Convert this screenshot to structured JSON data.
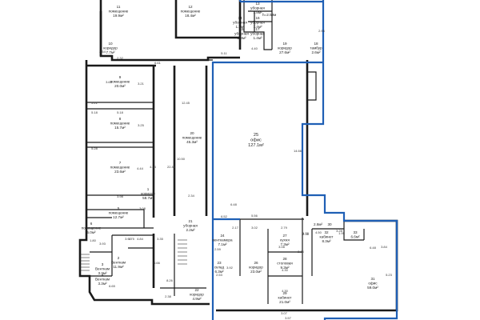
{
  "rooms": [
    {
      "num": "11",
      "type": "помещение",
      "area": "19.9м²"
    },
    {
      "num": "12",
      "type": "помещение",
      "area": "18.4м²"
    },
    {
      "num": "13",
      "type": "уборная",
      "area": "1.8м²"
    },
    {
      "num": "14",
      "type": "уборная",
      "area": "1.3м²"
    },
    {
      "num": "15",
      "type": "уборная",
      "area": "1.3м²"
    },
    {
      "num": "16",
      "type": "уборная",
      "area": "1.4м²"
    },
    {
      "num": "17",
      "type": "уборная",
      "area": "1.4м²"
    },
    {
      "num": "18",
      "type": "тамбур",
      "area": "2.6м²"
    },
    {
      "num": "19",
      "type": "коридор",
      "area": "27.6м²"
    },
    {
      "num": "10",
      "type": "коридор",
      "area": "7.7м²"
    },
    {
      "num": "9",
      "type": "помещение",
      "area": "20.0м²"
    },
    {
      "num": "8",
      "type": "помещение",
      "area": "15.7м²"
    },
    {
      "num": "7",
      "type": "помещение",
      "area": "23.6м²"
    },
    {
      "num": "1",
      "type": "коридор",
      "area": "58.7м²"
    },
    {
      "num": "5",
      "type": "помещение",
      "area": "12.7м²"
    },
    {
      "num": "6",
      "type": "помещение",
      "area": "5.0м²"
    },
    {
      "num": "20",
      "type": "помещение",
      "area": "45.3м²"
    },
    {
      "num": "25",
      "type": "офис",
      "area": "127.1м²"
    },
    {
      "num": "24",
      "type": "венткамера",
      "area": "7.1м²"
    },
    {
      "num": "23",
      "type": "склад",
      "area": "6.3м²"
    },
    {
      "num": "26",
      "type": "коридор",
      "area": "23.0м²"
    },
    {
      "num": "27",
      "type": "кухня",
      "area": "7.3м²"
    },
    {
      "num": "28",
      "type": "столовая",
      "area": "9.3м²"
    },
    {
      "num": "29",
      "type": "кабинет",
      "area": "21.0м²"
    },
    {
      "num": "30",
      "type": "",
      "area": ""
    },
    {
      "num": "31",
      "type": "офис",
      "area": "59.0м²"
    },
    {
      "num": "32",
      "type": "кабинет",
      "area": "8.3м²"
    },
    {
      "num": "33",
      "type": "",
      "area": "6.6м²"
    },
    {
      "num": "2",
      "type": "Венткам",
      "area": "11.9м²"
    },
    {
      "num": "3",
      "type": "Венткам",
      "area": "3.3м²"
    },
    {
      "num": "4",
      "type": "Венткам",
      "area": "3.3м²"
    },
    {
      "num": "21",
      "type": "уборная",
      "area": "2.2м²"
    },
    {
      "num": "22",
      "type": "коридор",
      "area": "4.9м²"
    }
  ],
  "extra_labels": {
    "height": "h=2.59м",
    "r30_area": "2.8м²"
  },
  "dims": [
    "2.54",
    "5.11",
    "2.32",
    "4.40",
    "6.61",
    "5.21",
    "3.65",
    "3.21",
    "5.18",
    "5.18",
    "3.25",
    "5.28",
    "4.44",
    "4.44",
    "3.98",
    "3.35",
    "3.08",
    "12.45",
    "22.46",
    "10.50",
    "2.34",
    "14.66",
    "6.48",
    "6.52",
    "5.56",
    "2.17",
    "2.59",
    "3.92",
    "2.53",
    "3.02",
    "2.79",
    "3.08",
    "4.30",
    "4.30",
    "4.50",
    "2.36",
    "2.26",
    "3.07",
    "3.57",
    "1.78",
    "3.28",
    "6.48",
    "1.95",
    "3.84",
    "5.23",
    "1.80",
    "3.93",
    "3.90",
    "4.84",
    "2.96",
    "8.26",
    "6.66",
    "1.75",
    "6.65",
    "2.38"
  ],
  "colors": {
    "walls": "#1a1a1a",
    "highlight": "#1f5fb5",
    "background": "#ffffff"
  }
}
